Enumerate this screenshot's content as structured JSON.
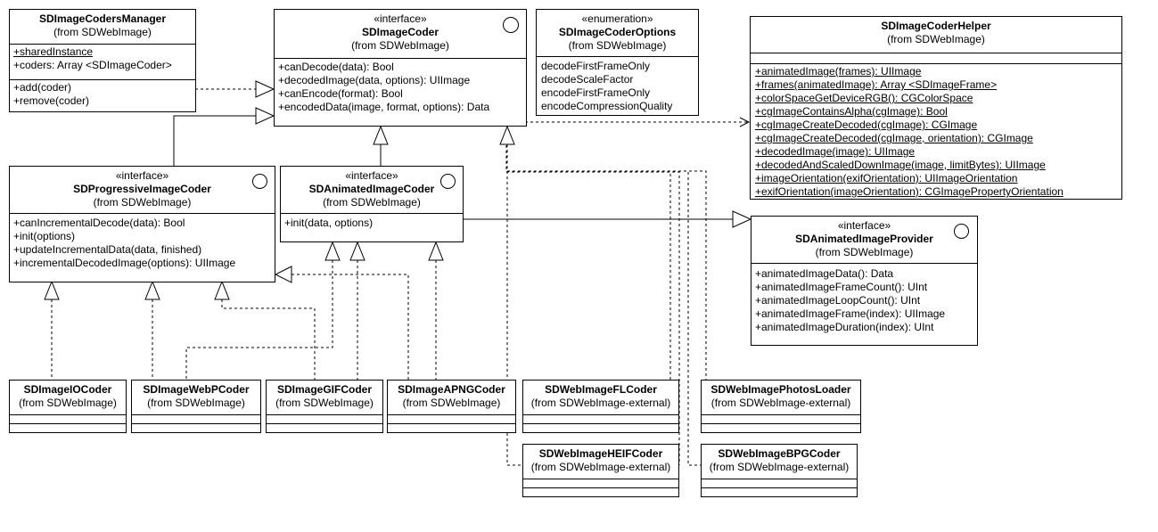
{
  "classes": {
    "coders_manager": {
      "name": "SDImageCodersManager",
      "from": "(from SDWebImage)",
      "attributes": [
        "+sharedInstance",
        "+coders: Array <SDImageCoder>"
      ],
      "operations": [
        "+add(coder)",
        "+remove(coder)"
      ]
    },
    "image_coder": {
      "stereotype": "«interface»",
      "name": "SDImageCoder",
      "from": "(from SDWebImage)",
      "operations": [
        "+canDecode(data): Bool",
        "+decodedImage(data, options): UIImage",
        "+canEncode(format): Bool",
        "+encodedData(image, format, options): Data"
      ]
    },
    "coder_options": {
      "stereotype": "«enumeration»",
      "name": "SDImageCoderOptions",
      "from": "(from SDWebImage)",
      "values": [
        "decodeFirstFrameOnly",
        "decodeScaleFactor",
        "encodeFirstFrameOnly",
        "encodeCompressionQuality"
      ]
    },
    "coder_helper": {
      "name": "SDImageCoderHelper",
      "from": "(from SDWebImage)",
      "operations": [
        "+animatedImage(frames): UIImage",
        "+frames(animatedImage): Array <SDImageFrame>",
        "+colorSpaceGetDeviceRGB(): CGColorSpace",
        "+cgImageContainsAlpha(cgImage): Bool",
        "+cgImageCreateDecoded(cgImage): CGImage",
        "+cgImageCreateDecoded(cgImage, orientation): CGImage",
        "+decodedImage(image): UIImage",
        "+decodedAndScaledDownImage(image, limitBytes): UIImage",
        "+imageOrientation(exifOrientation): UIImageOrientation",
        "+exifOrientation(imageOrientation): CGImagePropertyOrientation"
      ]
    },
    "progressive_coder": {
      "stereotype": "«interface»",
      "name": "SDProgressiveImageCoder",
      "from": "(from SDWebImage)",
      "operations": [
        "+canIncrementalDecode(data): Bool",
        "+init(options)",
        "+updateIncrementalData(data, finished)",
        "+incrementalDecodedImage(options): UIImage"
      ]
    },
    "animated_coder": {
      "stereotype": "«interface»",
      "name": "SDAnimatedImageCoder",
      "from": "(from SDWebImage)",
      "operations": [
        "+init(data, options)"
      ]
    },
    "animated_provider": {
      "stereotype": "«interface»",
      "name": "SDAnimatedImageProvider",
      "from": "(from SDWebImage)",
      "operations": [
        "+animatedImageData(): Data",
        "+animatedImageFrameCount(): UInt",
        "+animatedImageLoopCount(): UInt",
        "+animatedImageFrame(index): UIImage",
        "+animatedImageDuration(index): UInt"
      ]
    },
    "io_coder": {
      "name": "SDImageIOCoder",
      "from": "(from SDWebImage)"
    },
    "webp_coder": {
      "name": "SDImageWebPCoder",
      "from": "(from SDWebImage)"
    },
    "gif_coder": {
      "name": "SDImageGIFCoder",
      "from": "(from SDWebImage)"
    },
    "apng_coder": {
      "name": "SDImageAPNGCoder",
      "from": "(from SDWebImage)"
    },
    "fl_coder": {
      "name": "SDWebImageFLCoder",
      "from": "(from SDWebImage-external)"
    },
    "photos_loader": {
      "name": "SDWebImagePhotosLoader",
      "from": "(from SDWebImage-external)"
    },
    "heif_coder": {
      "name": "SDWebImageHEIFCoder",
      "from": "(from SDWebImage-external)"
    },
    "bpg_coder": {
      "name": "SDWebImageBPGCoder",
      "from": "(from SDWebImage-external)"
    }
  }
}
